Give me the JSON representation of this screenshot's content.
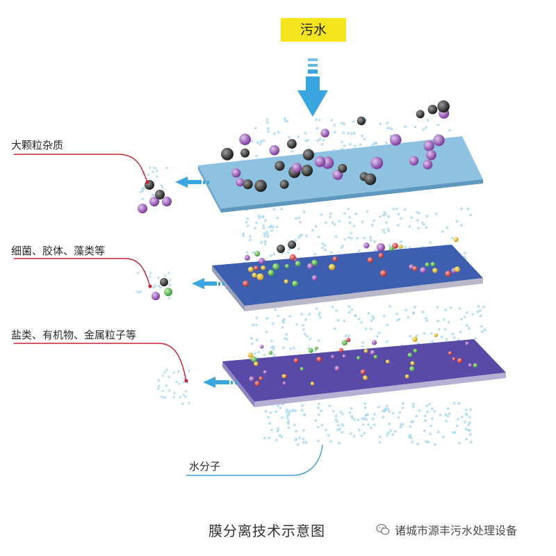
{
  "title_badge": "污水",
  "labels": {
    "large_particles": "大颗粒杂质",
    "bacteria": "细菌、胶体、藻类等",
    "salts": "盐类、有机物、金属粒子等",
    "water": "水分子"
  },
  "caption": "膜分离技术示意图",
  "brand": "诸城市源丰污水处理设备",
  "colors": {
    "badge": "#f5e51f",
    "arrow": "#3aa6df",
    "membrane_top": "#8fc2e0",
    "membrane_mid": "#3e5fb0",
    "membrane_bottom": "#5a4aa8",
    "leader_line": "#c8202f",
    "water_line": "#3a9fd8"
  },
  "icons": {
    "down_arrow": "down-arrow-icon",
    "brand": "wechat-icon"
  }
}
